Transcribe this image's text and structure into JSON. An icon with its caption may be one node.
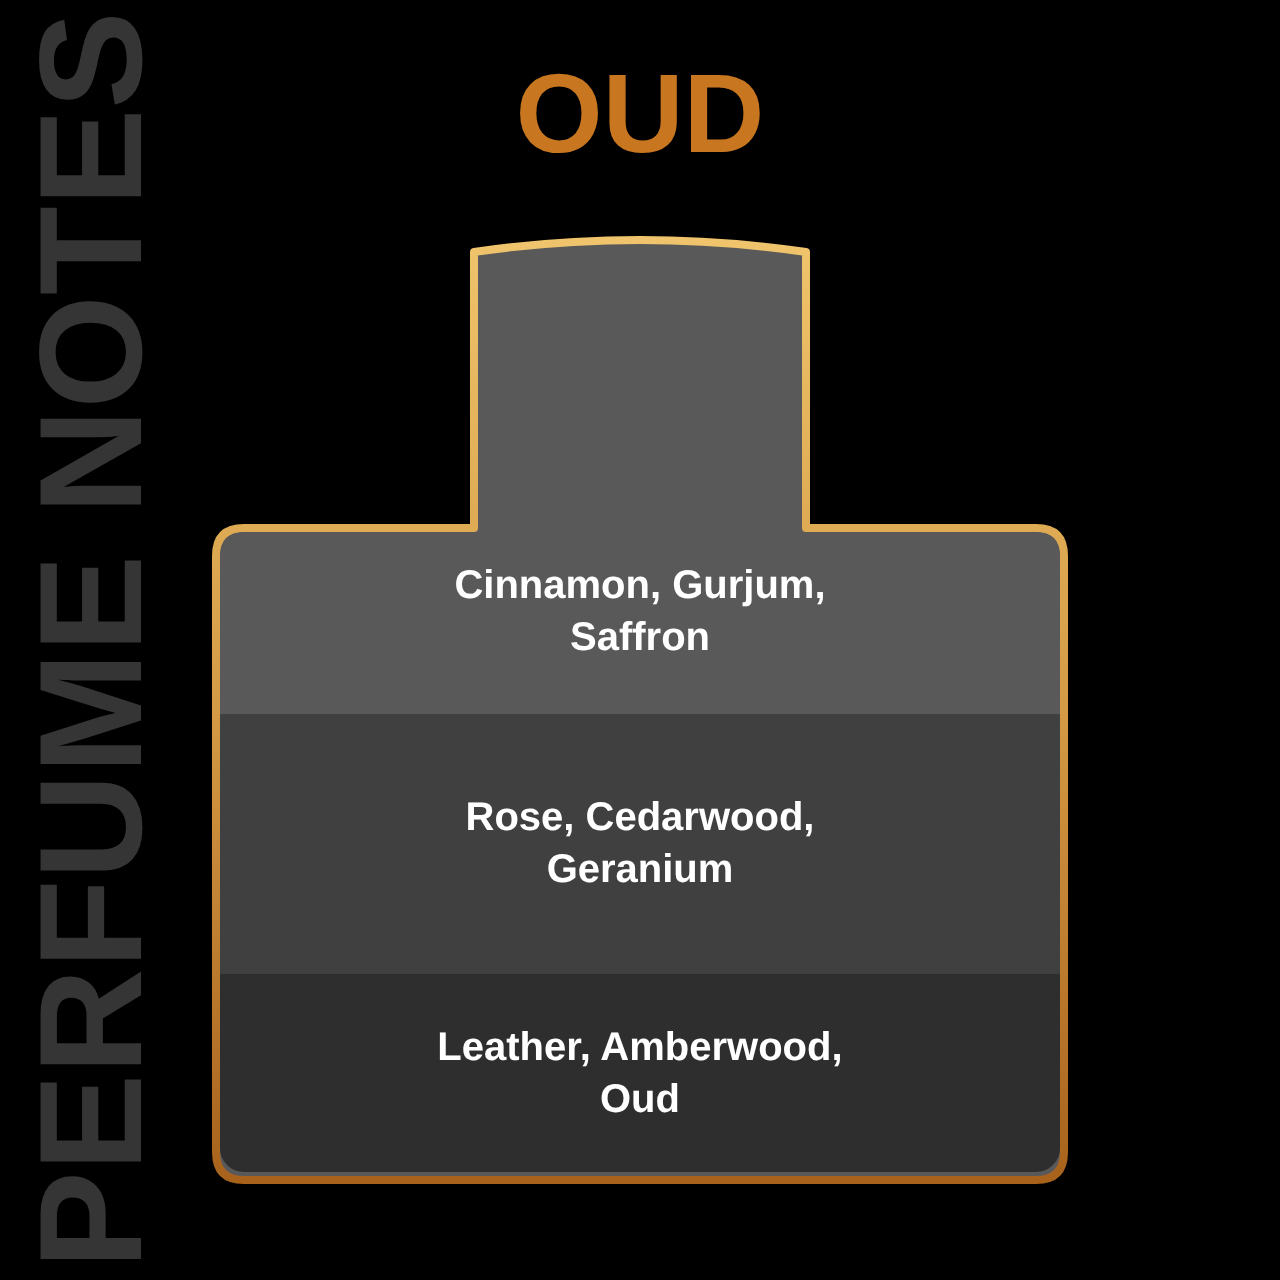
{
  "diagram": {
    "title": "OUD",
    "nodes": [
      {
        "text": [],
        "shape": "bottle"
      },
      {
        "text": [
          "Cinnamon, Gurjum, Saffron"
        ],
        "in": 0
      },
      {
        "text": [
          "Rose, Cedarwood, Geranium"
        ],
        "in": 0
      },
      {
        "text": [
          "Leather, Amberwood, Oud"
        ],
        "in": 0
      }
    ],
    "labels": [
      "PERFUME NOTES"
    ]
  }
}
